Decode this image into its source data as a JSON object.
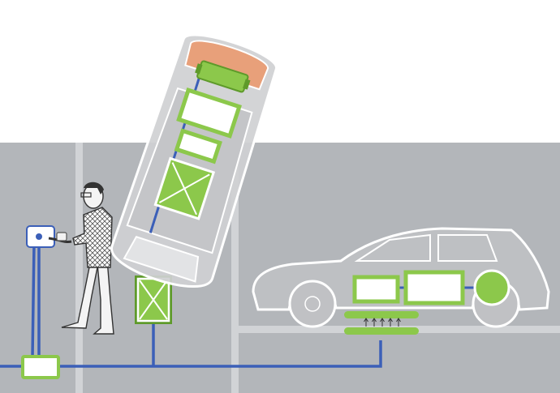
{
  "title": "",
  "colors": {
    "sky": "#ffffff",
    "ground": "#b3b6ba",
    "road_line": "#d0d2d5",
    "wire": "#3b5fb8",
    "module_fill": "#8cc84b",
    "module_stroke": "#5e9a2a",
    "module_box": "#ffffff",
    "car_outline": "#ffffff",
    "car_body_top": "#d9dadc",
    "headlight_accent": "#e8a07a"
  },
  "diagram": {
    "labels": [],
    "elements": [
      "wall-charging-station",
      "person-plugging-cable",
      "grid-supply-box",
      "ground-charging-pad-near-pole",
      "parked-car-top-view",
      "car-onboard-battery",
      "car-onboard-converter",
      "car-onboard-control-unit",
      "car-pickup-coil",
      "side-view-car",
      "road-inductive-coils",
      "energy-transfer-arrows"
    ],
    "energy_arrow_count": 5
  }
}
